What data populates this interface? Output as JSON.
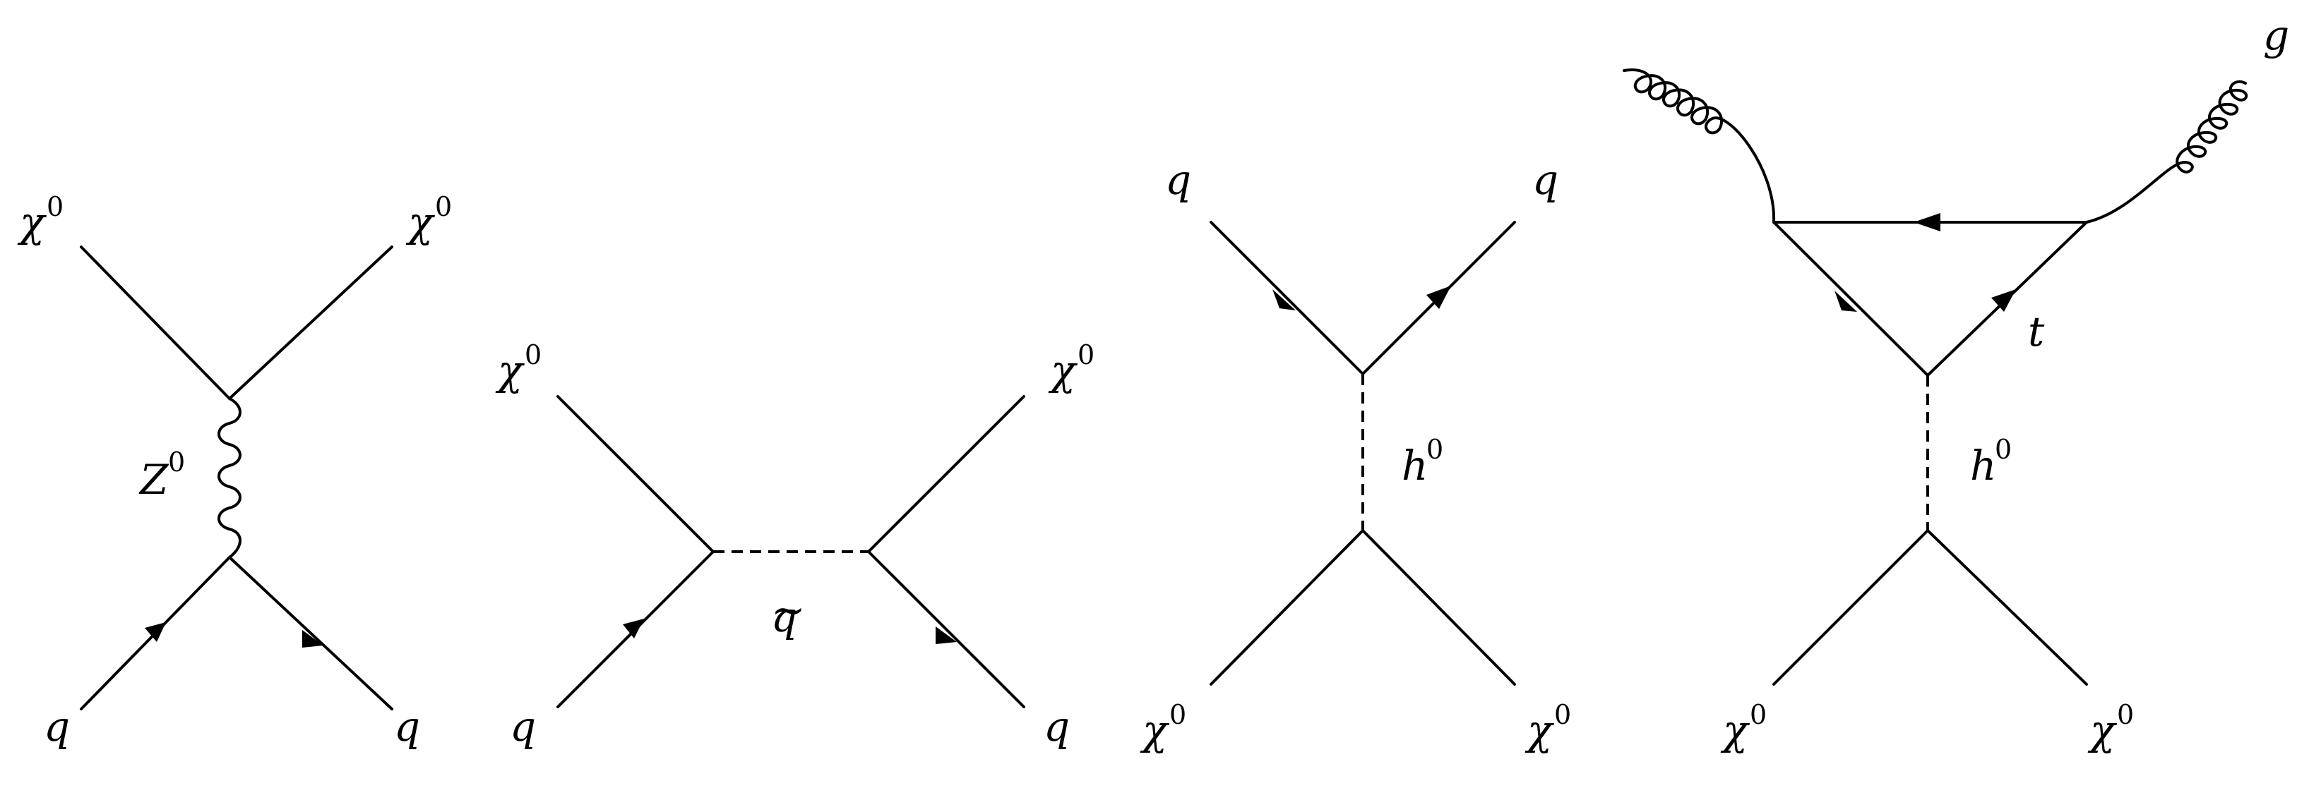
{
  "diagrams": [
    {
      "name": "z-exchange",
      "labels": {
        "chi_top_left": "χ",
        "chi_top_right": "χ",
        "chi_sup": "0",
        "boson": "Z",
        "boson_sup": "0",
        "q_bottom_left": "q",
        "q_bottom_right": "q"
      }
    },
    {
      "name": "squark-exchange",
      "labels": {
        "chi_top_left": "χ",
        "chi_top_right": "χ",
        "chi_sup": "0",
        "mediator": "q",
        "mediator_accent": "~",
        "q_bottom_left": "q",
        "q_bottom_right": "q"
      }
    },
    {
      "name": "higgs-exchange-quarks",
      "labels": {
        "q_top_left": "q",
        "q_top_right": "q",
        "mediator": "h",
        "mediator_sup": "0",
        "chi_bottom_left": "χ",
        "chi_bottom_right": "χ",
        "chi_sup": "0"
      }
    },
    {
      "name": "higgs-exchange-gluons",
      "labels": {
        "gluon": "g",
        "loop": "t",
        "mediator": "h",
        "mediator_sup": "0",
        "chi_bottom_left": "χ",
        "chi_bottom_right": "χ",
        "chi_sup": "0"
      }
    }
  ]
}
